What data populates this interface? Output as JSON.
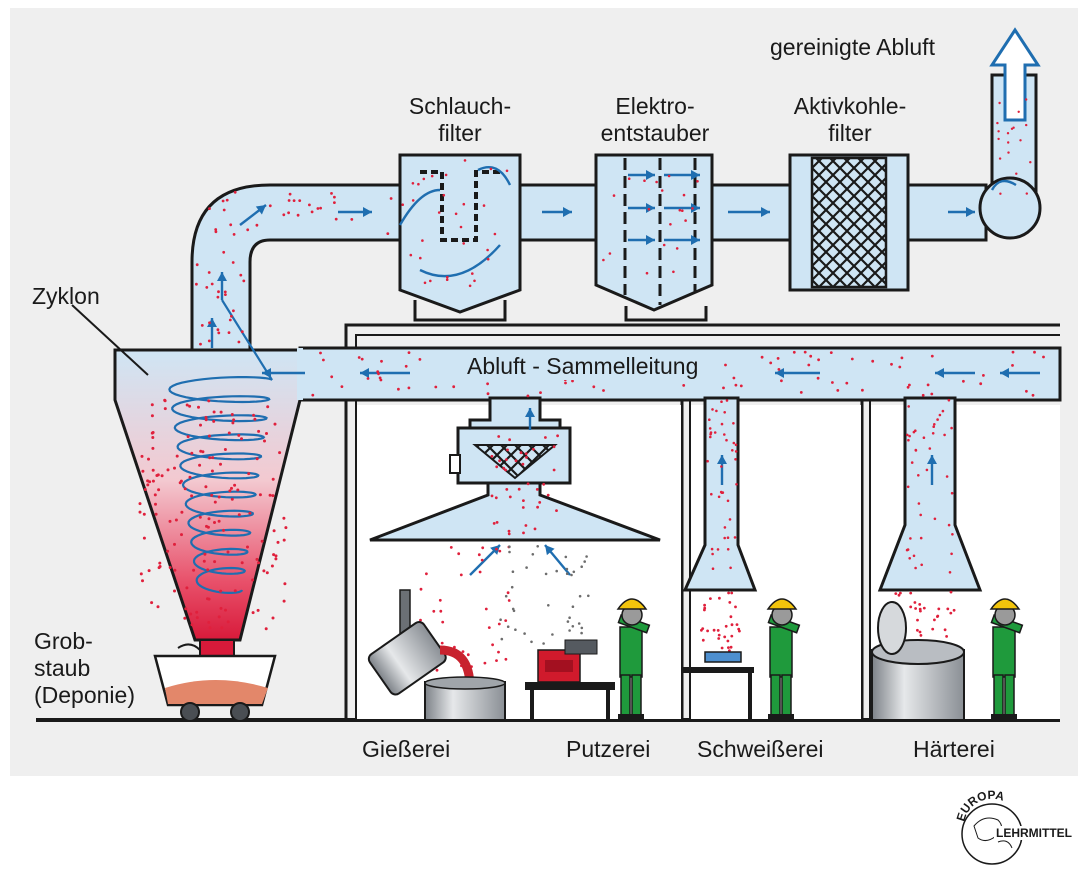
{
  "labels": {
    "exhaust_out": "gereinigte Abluft",
    "bag_filter": [
      "Schlauch-",
      "filter"
    ],
    "electrostatic": [
      "Elektro-",
      "entstauber"
    ],
    "carbon_filter": [
      "Aktivkohle-",
      "filter"
    ],
    "cyclone": "Zyklon",
    "collector": "Abluft - Sammelleitung",
    "coarse_dust": [
      "Grob-",
      "staub",
      "(Deponie)"
    ],
    "foundry": "Gießerei",
    "fettling": "Putzerei",
    "welding": "Schweißerei",
    "hardening": "Härterei"
  },
  "logo": {
    "top": "EUROPA",
    "bottom": "LEHRMITTEL"
  },
  "colors": {
    "panel": "#efefef",
    "air": "#cfe5f4",
    "arrow": "#1f6eb0",
    "dust": "#e0203c",
    "helmet": "#f2c40c",
    "worker": "#1f9a3c"
  },
  "icons": [
    "cyclone-icon",
    "bag-filter-icon",
    "electrostatic-precipitator-icon",
    "carbon-filter-icon",
    "fan-icon",
    "exhaust-arrow-icon",
    "worker-icon",
    "ladle-icon",
    "dust-cart-icon"
  ]
}
